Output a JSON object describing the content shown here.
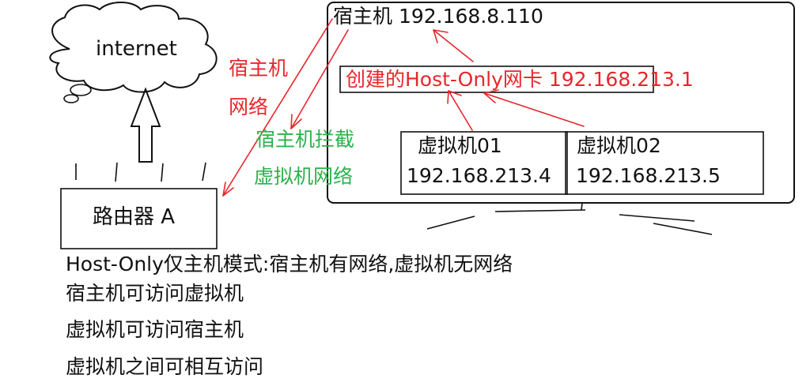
{
  "internet": {
    "label": "internet"
  },
  "router": {
    "label": "路由器 A"
  },
  "host": {
    "title": "宿主机 192.168.8.110"
  },
  "host_only_nic": {
    "label": "创建的Host-Only网卡 192.168.213.1"
  },
  "vm01": {
    "name": "虚拟机01",
    "ip": "192.168.213.4"
  },
  "vm02": {
    "name": "虚拟机02",
    "ip": "192.168.213.5"
  },
  "annotations": {
    "host_network_line1": "宿主机",
    "host_network_line2": "网络",
    "intercept_line1": "宿主机拦截",
    "intercept_line2": "虚拟机网络"
  },
  "notes": [
    "Host-Only仅主机模式:宿主机有网络,虚拟机无网络",
    "宿主机可访问虚拟机",
    "虚拟机可访问宿主机",
    "虚拟机之间可相互访问"
  ],
  "colors": {
    "ink": "#111111",
    "red": "#e8262b",
    "green": "#2bb24c"
  }
}
